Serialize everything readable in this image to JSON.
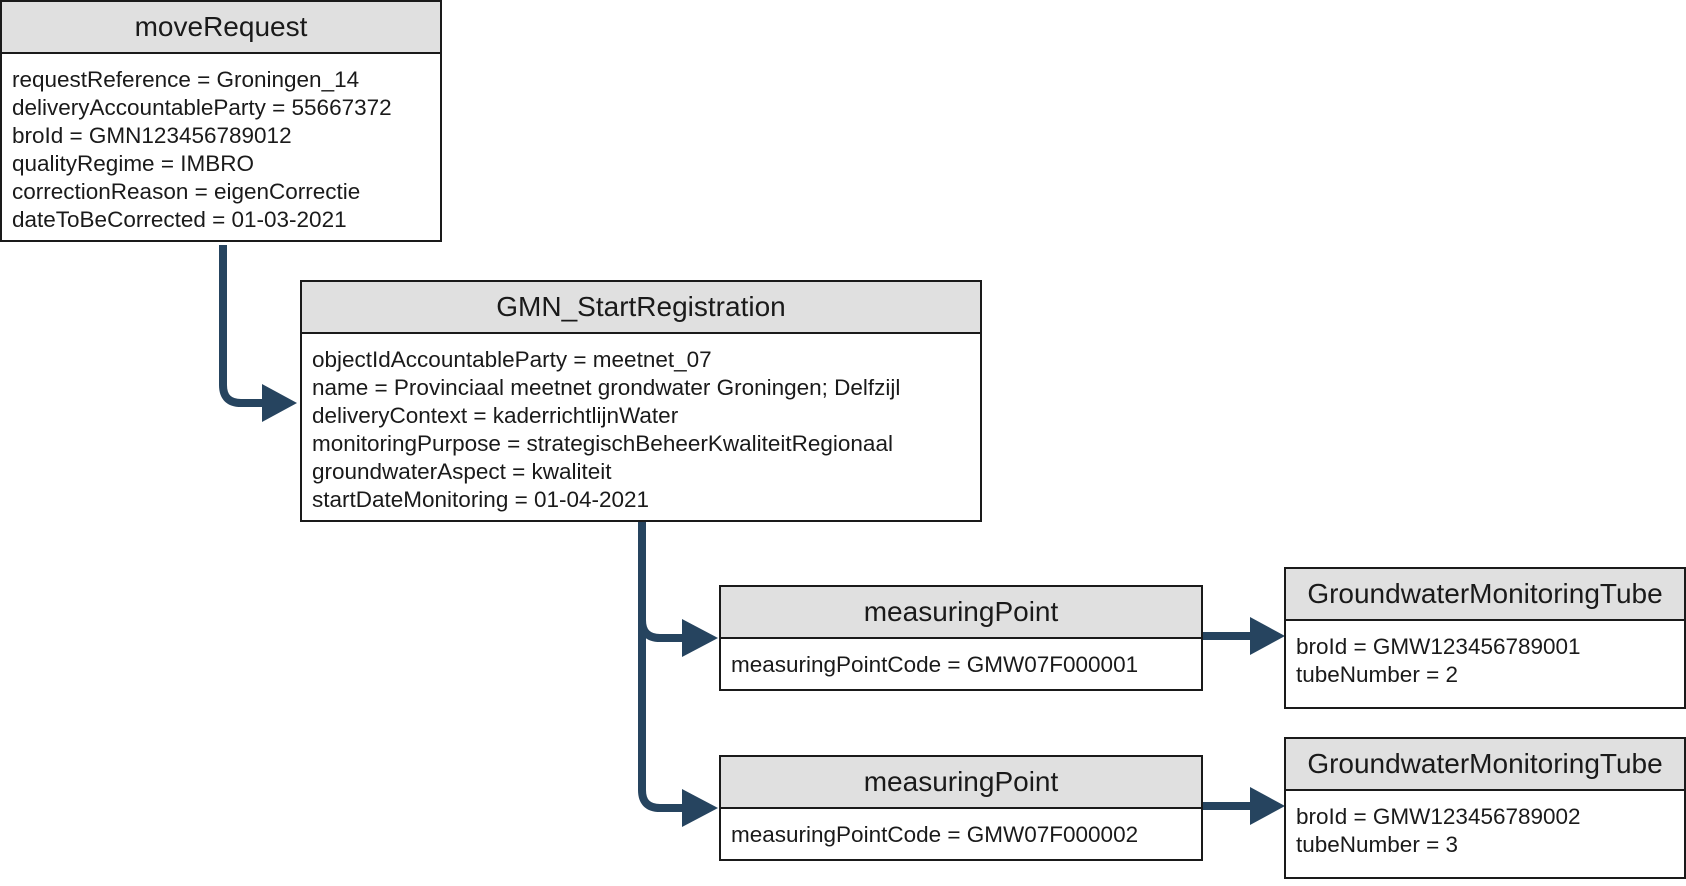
{
  "colors": {
    "connector": "#26445f",
    "header_fill": "#e0e0e0",
    "border": "#1a1a1a"
  },
  "boxes": {
    "move_request": {
      "title": "moveRequest",
      "rows": [
        "requestReference = Groningen_14",
        "deliveryAccountableParty = 55667372",
        "broId = GMN123456789012",
        "qualityRegime = IMBRO",
        "correctionReason = eigenCorrectie",
        "dateToBeCorrected = 01-03-2021"
      ]
    },
    "gmn_start_registration": {
      "title": "GMN_StartRegistration",
      "rows": [
        "objectIdAccountableParty = meetnet_07",
        "name = Provinciaal meetnet grondwater Groningen; Delfzijl",
        "deliveryContext = kaderrichtlijnWater",
        "monitoringPurpose = strategischBeheerKwaliteitRegionaal",
        "groundwaterAspect = kwaliteit",
        "startDateMonitoring = 01-04-2021"
      ]
    },
    "measuring_point_1": {
      "title": "measuringPoint",
      "rows": [
        "measuringPointCode = GMW07F000001"
      ]
    },
    "measuring_point_2": {
      "title": "measuringPoint",
      "rows": [
        "measuringPointCode = GMW07F000002"
      ]
    },
    "tube_1": {
      "title": "GroundwaterMonitoringTube",
      "rows": [
        "broId = GMW123456789001",
        "tubeNumber = 2"
      ]
    },
    "tube_2": {
      "title": "GroundwaterMonitoringTube",
      "rows": [
        "broId = GMW123456789002",
        "tubeNumber = 3"
      ]
    }
  }
}
